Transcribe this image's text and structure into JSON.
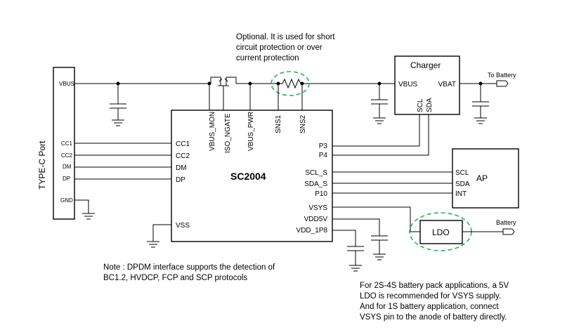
{
  "notes": {
    "optional_lines": [
      "Optional. It is used for short",
      "circuit protection or over",
      "current protection"
    ],
    "dpdm_lines": [
      "Note :  DPDM interface supports the detection of",
      "BC1.2, HVDCP, FCP and SCP protocols"
    ],
    "ldo_lines": [
      "For 2S-4S battery pack applications, a 5V",
      "LDO is recommended  for VSYS supply.",
      "And for 1S battery application, connect",
      "VSYS pin to the anode of battery directly."
    ]
  },
  "blocks": {
    "typec": {
      "title": "TYPE-C Port",
      "pins": [
        "VBUS",
        "CC1",
        "CC2",
        "DM",
        "DP",
        "GND"
      ]
    },
    "sc2004": {
      "title": "SC2004",
      "top_pins": [
        "VBUS_MON",
        "ISO_NGATE",
        "VBUS_PWR",
        "SNS1",
        "SNS2"
      ],
      "left_pins": [
        "CC1",
        "CC2",
        "DM",
        "DP",
        "VSS"
      ],
      "right_pins": [
        "P3",
        "P4",
        "SCL_S",
        "SDA_S",
        "P10",
        "VSYS",
        "VDD5V",
        "VDD_1P8"
      ]
    },
    "charger": {
      "title": "Charger",
      "pins": [
        "VBUS",
        "VBAT",
        "SCL",
        "SDA"
      ]
    },
    "ap": {
      "title": "AP",
      "pins": [
        "SCL",
        "SDA",
        "INT"
      ]
    },
    "ldo": {
      "title": "LDO"
    }
  },
  "connectors": {
    "battery_top": "To Battery",
    "battery_ldo": "Battery"
  }
}
